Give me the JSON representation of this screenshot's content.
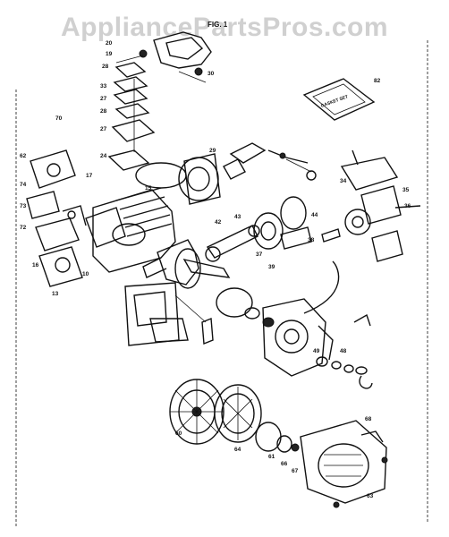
{
  "watermark": "AppliancePartsPros.com",
  "header_fig": "FIG. 1",
  "gasket_set_label": "GASKET SET",
  "callouts": {
    "c1": "20",
    "c2": "19",
    "c3": "28",
    "c4": "33",
    "c5": "27",
    "c6": "28",
    "c7": "27",
    "c8": "24",
    "c9": "70",
    "c10": "62",
    "c11": "74",
    "c12": "73",
    "c13": "72",
    "c14": "16",
    "c15": "13",
    "c16": "10",
    "c17": "17",
    "c18": "15",
    "c19": "42",
    "c20": "43",
    "c21": "44",
    "c22": "37",
    "c23": "39",
    "c24": "38",
    "c25": "34",
    "c26": "35",
    "c27": "36",
    "c28": "60",
    "c29": "49",
    "c30": "48",
    "c31": "64",
    "c32": "61",
    "c33": "66",
    "c34": "67",
    "c35": "68",
    "c36": "63",
    "c37": "82",
    "c38": "29",
    "c39": "30"
  },
  "icons": [
    "carburetor-icon",
    "cylinder-icon",
    "crankshaft-icon",
    "piston-icon",
    "flywheel-icon",
    "starter-pulley-icon",
    "recoil-starter-icon",
    "ignition-coil-icon",
    "muffler-icon",
    "crankcase-icon",
    "gasket-set-icon"
  ]
}
